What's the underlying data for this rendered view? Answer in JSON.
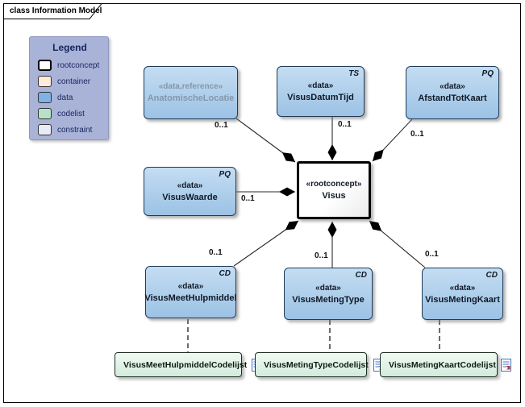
{
  "window": {
    "tab_label": "class Information Model"
  },
  "legend": {
    "title": "Legend",
    "background": "#a9b2d7",
    "items": [
      {
        "label": "rootconcept",
        "color": "#ffffff"
      },
      {
        "label": "container",
        "color": "#fdeada"
      },
      {
        "label": "data",
        "color": "#7fb2e6"
      },
      {
        "label": "codelist",
        "color": "#b7e2c7"
      },
      {
        "label": "constraint",
        "color": "#eaebf8"
      }
    ]
  },
  "classes": [
    {
      "stereotype": "«data,reference»",
      "name": "AnatomischeLocatie",
      "type_label": ""
    },
    {
      "stereotype": "«data»",
      "name": "VisusDatumTijd",
      "type_label": "TS"
    },
    {
      "stereotype": "«data»",
      "name": "AfstandTotKaart",
      "type_label": "PQ"
    },
    {
      "stereotype": "«rootconcept»",
      "name": "Visus",
      "type_label": ""
    },
    {
      "stereotype": "«data»",
      "name": "VisusWaarde",
      "type_label": "PQ"
    },
    {
      "stereotype": "«data»",
      "name": "VisusMeetHulpmiddel",
      "type_label": "CD"
    },
    {
      "stereotype": "«data»",
      "name": "VisusMetingType",
      "type_label": "CD"
    },
    {
      "stereotype": "«data»",
      "name": "VisusMetingKaart",
      "type_label": "CD"
    }
  ],
  "codelists": [
    {
      "name": "VisusMeetHulpmiddelCodelijst"
    },
    {
      "name": "VisusMetingTypeCodelijst"
    },
    {
      "name": "VisusMetingKaartCodelijst"
    }
  ],
  "connectors": {
    "aggregation_style": "filled-diamond-at-Visus",
    "multiplicities": [
      "0..1",
      "0..1",
      "0..1",
      "0..1",
      "0..1",
      "0..1",
      "0..1"
    ]
  },
  "colors": {
    "data_fill_top": "#c4ddf2",
    "data_fill_bottom": "#9cc2e5",
    "class_border": "#1f3b57",
    "codelist_fill_top": "#f1faf3",
    "codelist_fill_bottom": "#d2ebdb",
    "muted_text": "#8497ab",
    "legend_text": "#18265e"
  }
}
